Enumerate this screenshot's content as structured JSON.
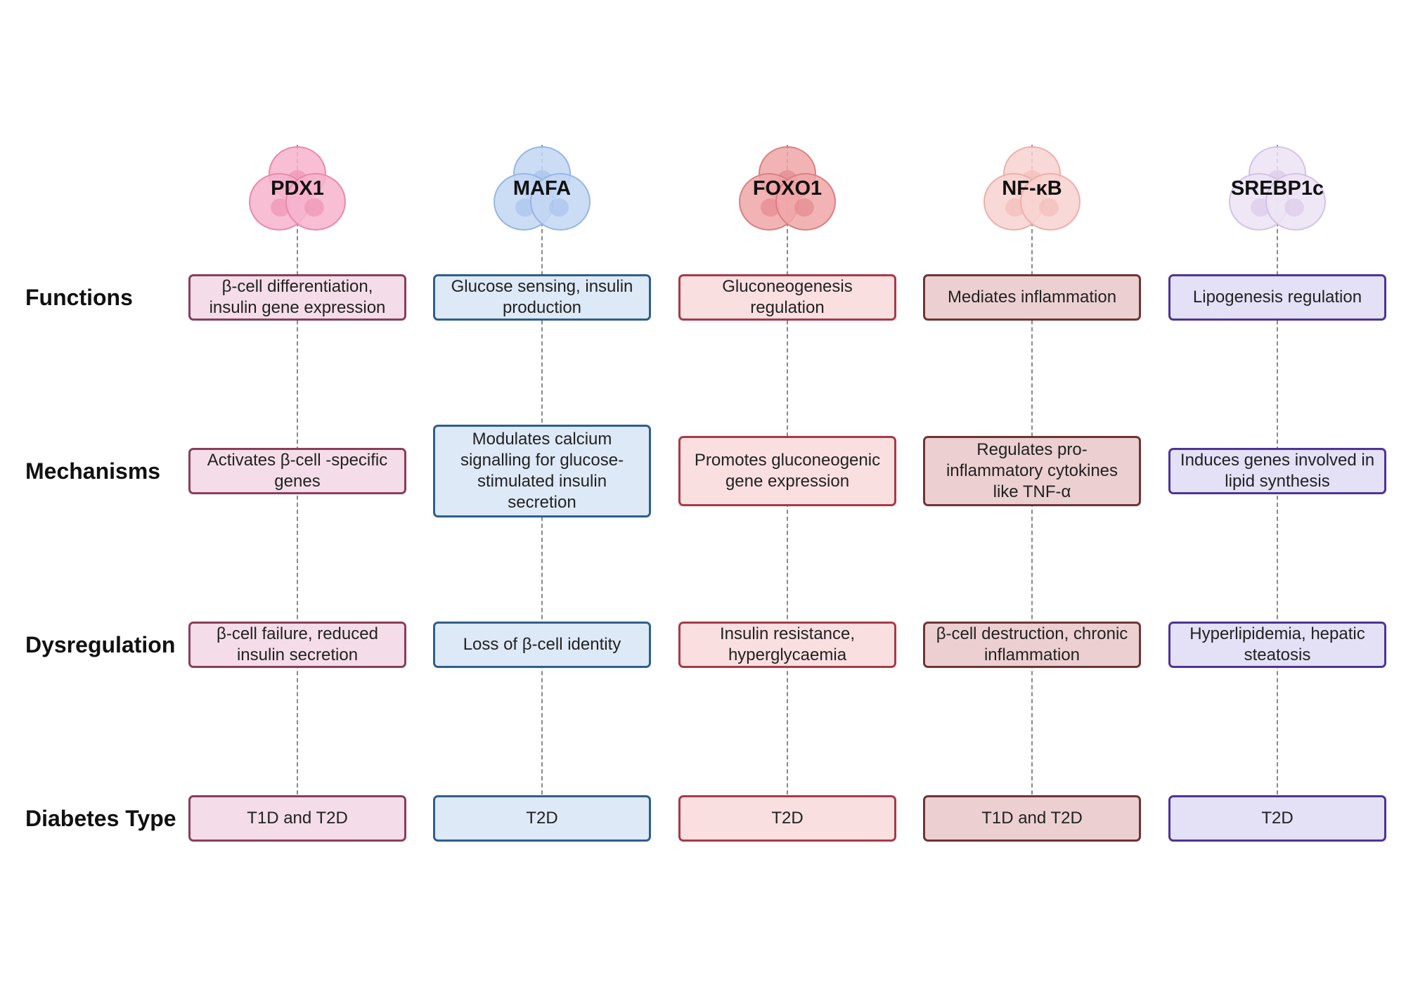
{
  "row_labels": {
    "functions": "Functions",
    "mechanisms": "Mechanisms",
    "dysregulation": "Dysregulation",
    "diabetes_type": "Diabetes Type"
  },
  "columns": [
    {
      "gene": "PDX1",
      "colors": {
        "border": "#8a3d5c",
        "fill": "#f4dde8",
        "cell": "#f7b3cc",
        "cell_stroke": "#e88aae",
        "nucleus": "#ee94b5"
      },
      "functions": "β-cell differentiation, insulin gene expression",
      "mechanisms": "Activates β-cell -specific genes",
      "dysregulation": "β-cell failure, reduced insulin secretion",
      "diabetes_type": "T1D and T2D"
    },
    {
      "gene": "MAFA",
      "colors": {
        "border": "#2f5e8c",
        "fill": "#dde9f7",
        "cell": "#c2d6f3",
        "cell_stroke": "#98b6e3",
        "nucleus": "#a9c2ec"
      },
      "functions": "Glucose sensing, insulin production",
      "mechanisms": "Modulates calcium signalling for glucose-stimulated insulin secretion",
      "dysregulation": "Loss of β-cell identity",
      "diabetes_type": "T2D"
    },
    {
      "gene": "FOXO1",
      "colors": {
        "border": "#a73a47",
        "fill": "#fadfe1",
        "cell": "#f0a6a8",
        "cell_stroke": "#d98083",
        "nucleus": "#e48a8e"
      },
      "functions": "Gluconeogenesis regulation",
      "mechanisms": "Promotes gluconeogenic gene expression",
      "dysregulation": "Insulin resistance, hyperglycaemia",
      "diabetes_type": "T2D"
    },
    {
      "gene": "NF-κB",
      "colors": {
        "border": "#6e3434",
        "fill": "#ecd0d1",
        "cell": "#f8d2d0",
        "cell_stroke": "#eab0ad",
        "nucleus": "#f2bcb9"
      },
      "functions": "Mediates inflammation",
      "mechanisms": "Regulates pro-inflammatory cytokines like TNF-α",
      "dysregulation": "β-cell destruction, chronic inflammation",
      "diabetes_type": "T1D and T2D"
    },
    {
      "gene": "SREBP1c",
      "colors": {
        "border": "#4d3494",
        "fill": "#e4e0f6",
        "cell": "#ece3f4",
        "cell_stroke": "#d3c3e6",
        "nucleus": "#dccbe9"
      },
      "functions": "Lipogenesis regulation",
      "mechanisms": "Induces genes involved in lipid synthesis",
      "dysregulation": "Hyperlipidemia, hepatic steatosis",
      "diabetes_type": "T2D"
    }
  ]
}
